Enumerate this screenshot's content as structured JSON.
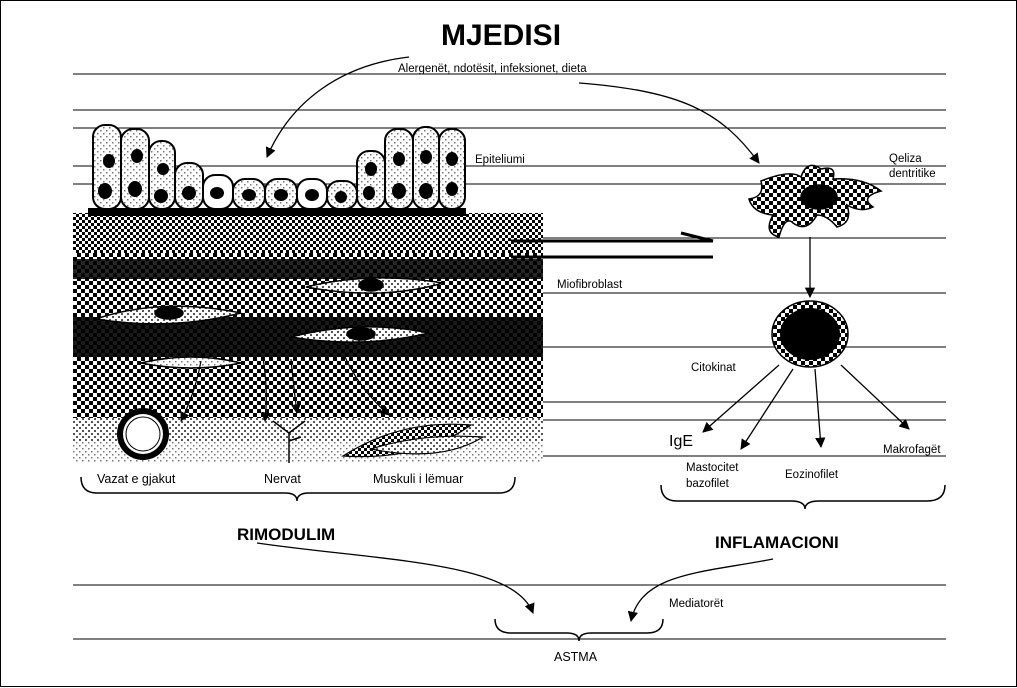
{
  "title": "MJEDISI",
  "sections": {
    "remodeling": "RIMODULIM",
    "inflammation": "INFLAMACIONI"
  },
  "labels": {
    "environment_factors": "Alergenët, ndotësit, infeksionet, dieta",
    "epithelium": "Epiteliumi",
    "dendritic_cell_line1": "Qeliza",
    "dendritic_cell_line2": "dentritike",
    "myofibroblast": "Miofibroblast",
    "cytokines": "Citokinat",
    "ige": "IgE",
    "mast_cells_line1": "Mastocitet",
    "mast_cells_line2": "bazofilet",
    "eosinophils": "Eozinofilet",
    "macrophages": "Makrofagët",
    "blood_vessels": "Vazat e gjakut",
    "nerves": "Nervat",
    "smooth_muscle": "Muskuli i lëmuar",
    "mediators": "Mediatorët",
    "asthma": "ASTMA"
  }
}
